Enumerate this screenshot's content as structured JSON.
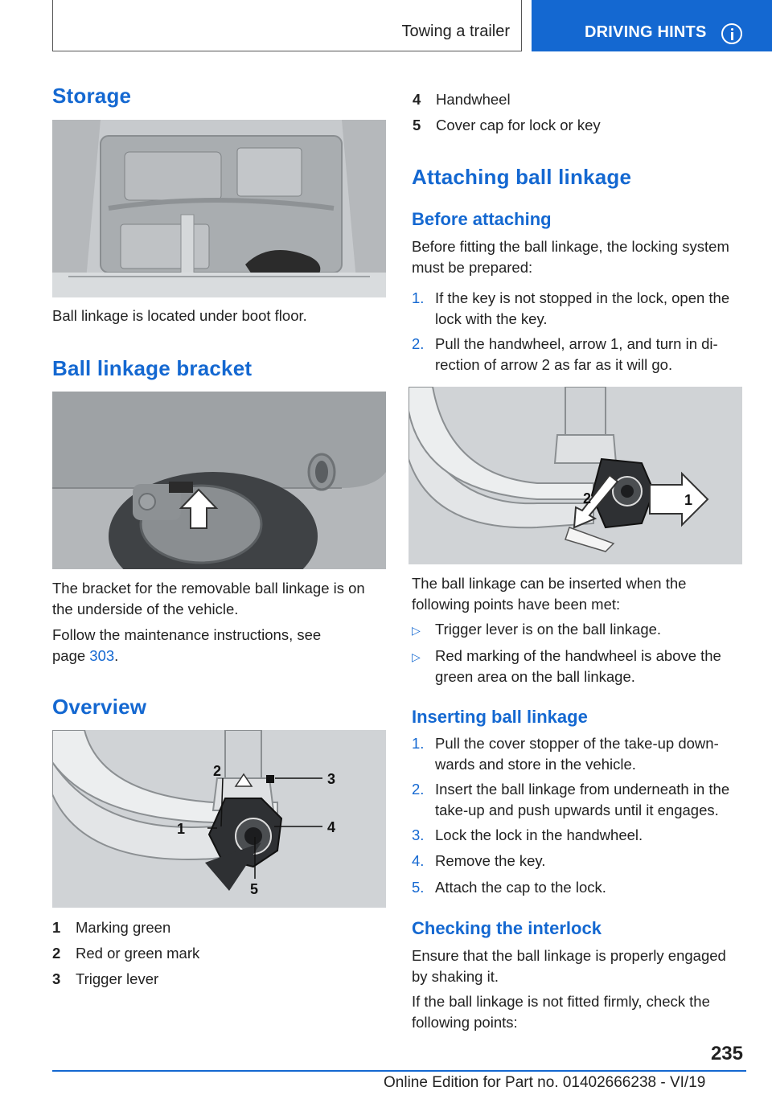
{
  "header": {
    "section": "Towing a trailer",
    "chapter": "DRIVING HINTS",
    "icon": "info-icon"
  },
  "left": {
    "storage_title": "Storage",
    "storage_caption": "Ball linkage is located under boot floor.",
    "bracket_title": "Ball linkage bracket",
    "bracket_text": "The bracket for the removable ball linkage is on the underside of the vehicle.",
    "maint_text": "Follow the maintenance instructions, see",
    "maint_page_prefix": "page ",
    "maint_page_link": "303",
    "maint_page_suffix": ".",
    "overview_title": "Overview",
    "overview_labels": [
      "2",
      "3",
      "1",
      "4",
      "5"
    ],
    "overview_items": [
      {
        "num": "1",
        "text": "Marking green"
      },
      {
        "num": "2",
        "text": "Red or green mark"
      },
      {
        "num": "3",
        "text": "Trigger lever"
      }
    ]
  },
  "right": {
    "overview_items": [
      {
        "num": "4",
        "text": "Handwheel"
      },
      {
        "num": "5",
        "text": "Cover cap for lock or key"
      }
    ],
    "attach_title": "Attaching ball linkage",
    "before_title": "Before attaching",
    "before_text": "Before fitting the ball linkage, the locking system must be prepared:",
    "before_steps": [
      {
        "num": "1.",
        "lines": [
          "If the key is not stopped in the lock, open the",
          "lock with the key."
        ]
      },
      {
        "num": "2.",
        "lines": [
          "Pull the handwheel, arrow 1, and turn in di-",
          "rection of arrow 2 as far as it will go."
        ]
      }
    ],
    "figure_labels": [
      "2",
      "1"
    ],
    "insert_cond_text": "The ball linkage can be inserted when the following points have been met:",
    "bullets": [
      {
        "num": "▷",
        "lines": [
          "Trigger lever is on the ball linkage."
        ]
      },
      {
        "num": "▷",
        "lines": [
          "Red marking of the handwheel is above the",
          "green area on the ball linkage."
        ]
      }
    ],
    "inserting_title": "Inserting ball linkage",
    "insert_steps": [
      {
        "num": "1.",
        "lines": [
          "Pull the cover stopper of the take-up down-",
          "wards and store in the vehicle."
        ]
      },
      {
        "num": "2.",
        "lines": [
          "Insert the ball linkage from underneath in the",
          "take-up and push upwards until it engages."
        ]
      },
      {
        "num": "3.",
        "lines": [
          "Lock the lock in the handwheel."
        ]
      },
      {
        "num": "4.",
        "lines": [
          "Remove the key."
        ]
      },
      {
        "num": "5.",
        "lines": [
          "Attach the cap to the lock."
        ]
      }
    ],
    "interlock_title": "Checking the interlock",
    "interlock_text": "Ensure that the ball linkage is properly engaged by shaking it.",
    "firm_text": "If the ball linkage is not fitted firmly, check the following points:"
  },
  "footer": {
    "page_number": "235",
    "edition": "Online Edition for Part no. 01402666238 - VI/19"
  },
  "colors": {
    "accent": "#1468d1",
    "text": "#222222"
  }
}
